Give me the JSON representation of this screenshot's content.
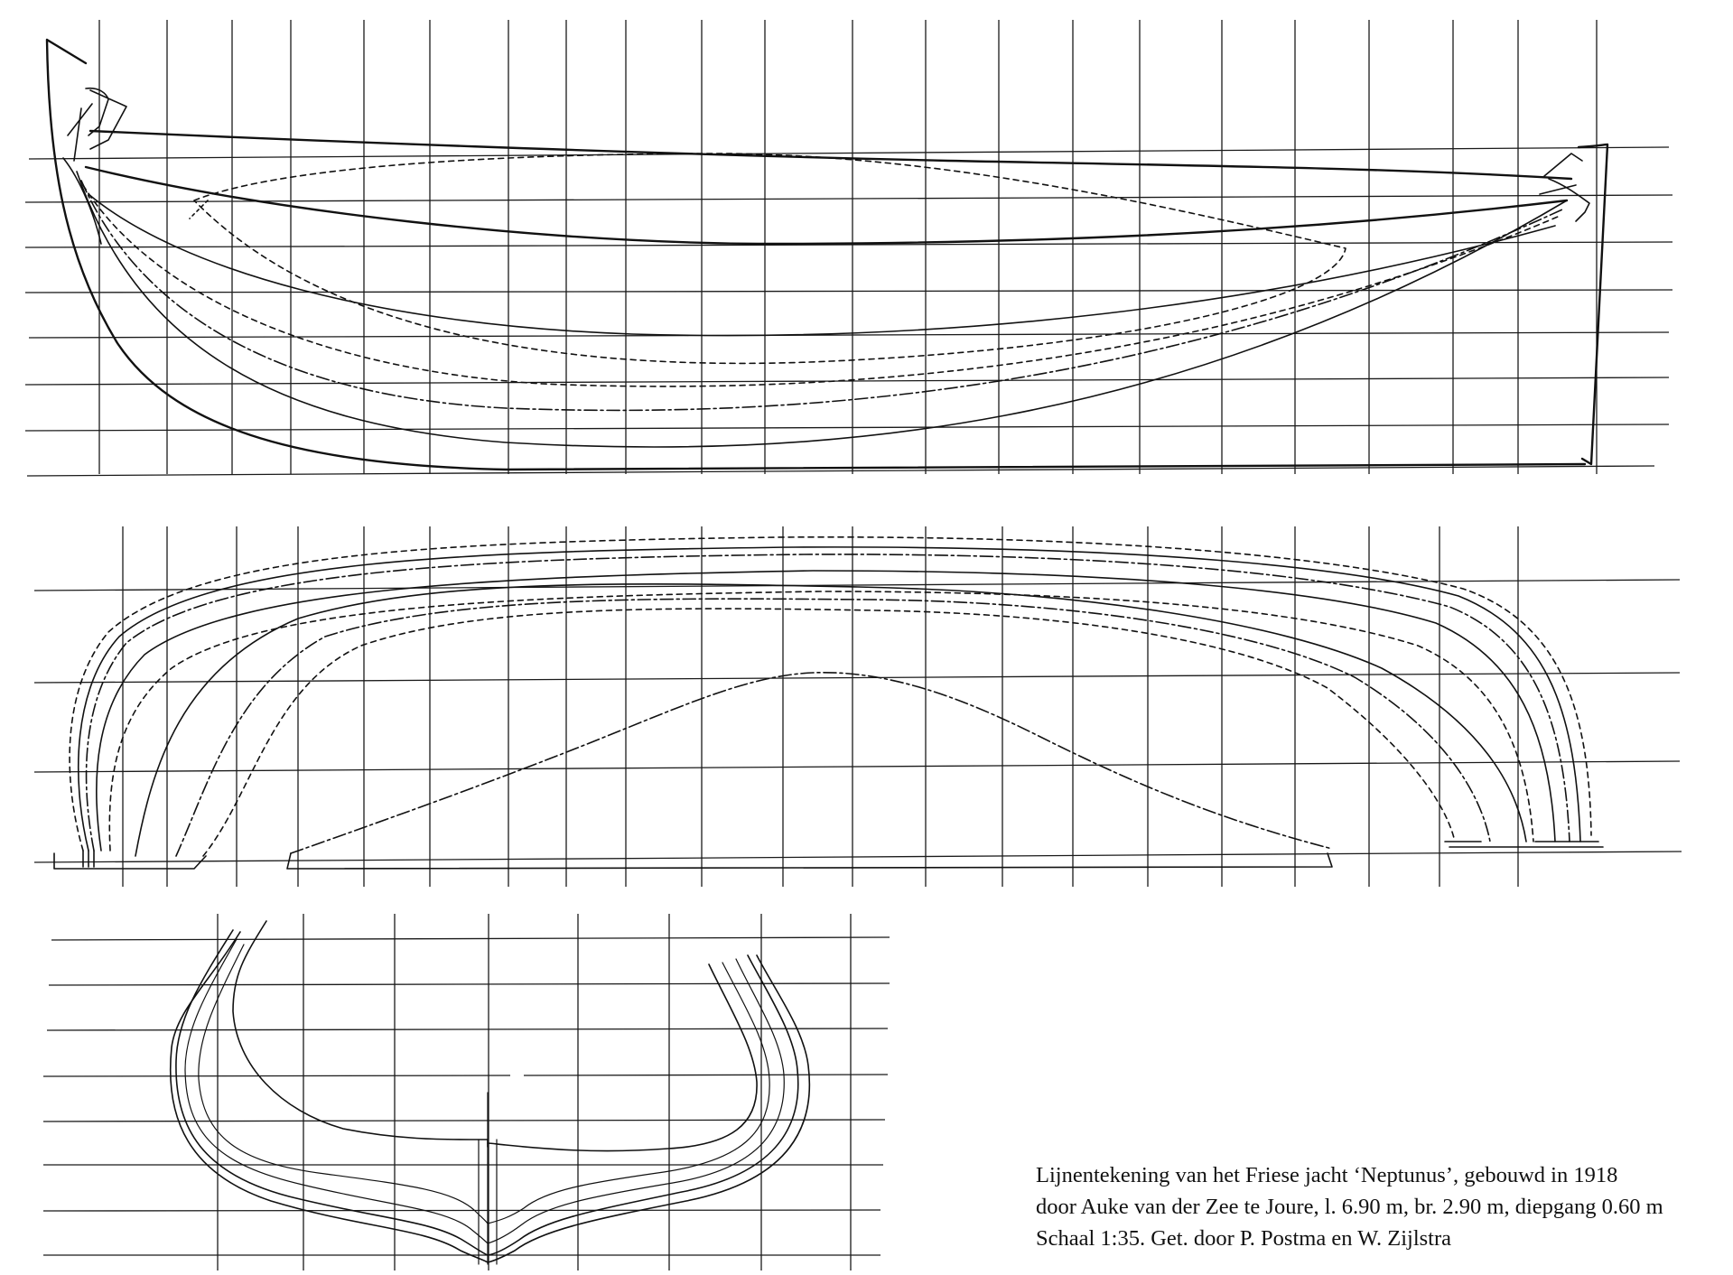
{
  "caption": {
    "line1": "Lijnentekening van het Friese jacht ‘Neptunus’, gebouwd in 1918",
    "line2": "door Auke van der Zee te Joure, l. 6.90 m, br. 2.90 m, diepgang 0.60 m",
    "line3": "Schaal 1:35. Get. door P. Postma en W. Zijlstra"
  }
}
